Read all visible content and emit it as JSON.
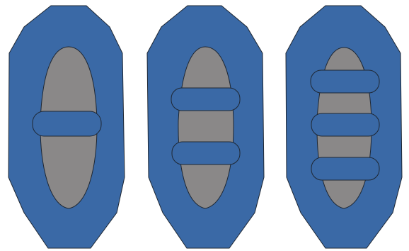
{
  "colors": {
    "background": "#ffffff",
    "outer_shape": "#3a69a6",
    "inner_shape": "#8a8888",
    "band": "#3a69a6",
    "outline": "#1e2733"
  },
  "figures": [
    {
      "bands": 1
    },
    {
      "bands": 2
    },
    {
      "bands": 3
    }
  ]
}
